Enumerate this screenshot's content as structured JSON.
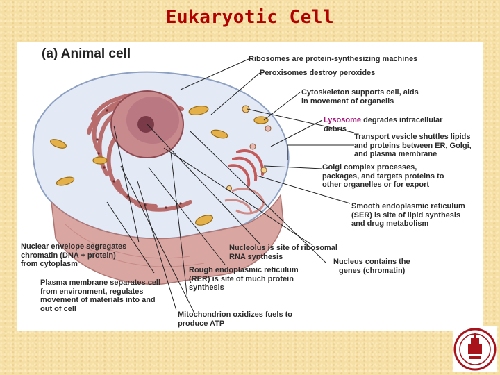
{
  "slide": {
    "title": "Eukaryotic Cell"
  },
  "figure": {
    "heading": "(a) Animal cell",
    "labels": {
      "ribosomes": "Ribosomes are protein-synthesizing machines",
      "peroxisomes": "Peroxisomes destroy peroxides",
      "cytoskeleton_1": "Cytoskeleton supports cell, aids",
      "cytoskeleton_2": "in movement of organells",
      "lysosome_term": "Lysosome",
      "lysosome_rest": " degrades intracellular",
      "lysosome_2": "debris",
      "vesicle_1": "Transport vesicle shuttles lipids",
      "vesicle_2": "and proteins between ER, Golgi,",
      "vesicle_3": "and plasma membrane",
      "golgi_1": "Golgi complex processes,",
      "golgi_2": "packages, and targets proteins to",
      "golgi_3": "other organelles or for export",
      "ser_1": "Smooth endoplasmic reticulum",
      "ser_2": "(SER) is site of lipid synthesis",
      "ser_3": "and drug metabolism",
      "nuclear_env_1": "Nuclear envelope segregates",
      "nuclear_env_2": "chromatin (DNA + protein)",
      "nuclear_env_3": "from cytoplasm",
      "nucleolus_1": "Nucleolus is site of ribosomal",
      "nucleolus_2": "RNA synthesis",
      "nucleus_1": "Nucleus contains the",
      "nucleus_2": "genes (chromatin)",
      "rer_1": "Rough endoplasmic reticulum",
      "rer_2": "(RER) is site of much protein",
      "rer_3": "synthesis",
      "plasma_1": "Plasma membrane separates cell",
      "plasma_2": "from environment, regulates",
      "plasma_3": "movement of materials into and",
      "plasma_4": "out of cell",
      "mito_1": "Mitochondrion oxidizes fuels to",
      "mito_2": "produce ATP"
    }
  },
  "colors": {
    "title": "#b00000",
    "lysosome_highlight": "#a4127a",
    "background": "#f6dfa4"
  }
}
